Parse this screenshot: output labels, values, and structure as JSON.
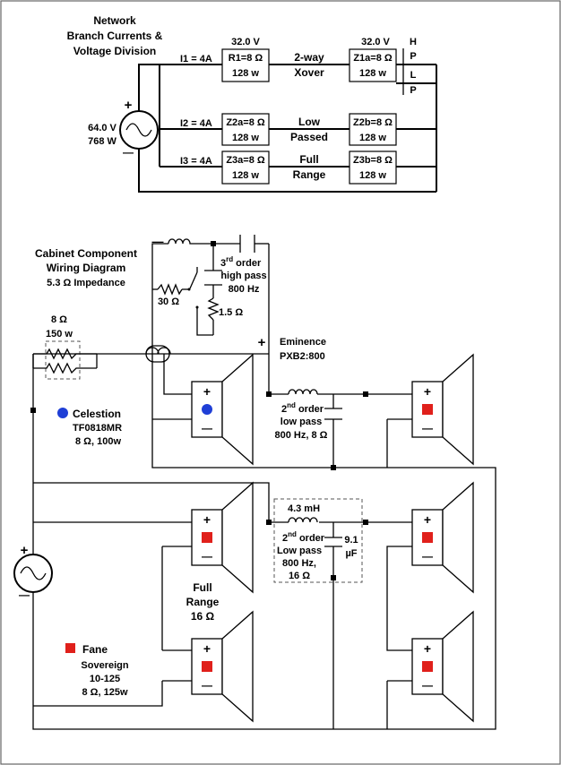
{
  "top": {
    "title": [
      "Network",
      "Branch Currents &",
      "Voltage Division"
    ],
    "source": {
      "voltage": "64.0 V",
      "power": "768 W",
      "plus": "+",
      "minus": "—"
    },
    "branch1": {
      "current": "I1 = 4A",
      "v_left": "32.0 V",
      "v_right": "32.0 V",
      "left_box": [
        "R1=8 Ω",
        "128 w"
      ],
      "mid": [
        "2-way",
        "Xover"
      ],
      "right_box": [
        "Z1a=8 Ω",
        "128 w"
      ]
    },
    "branch2": {
      "current": "I2 = 4A",
      "left_box": [
        "Z2a=8 Ω",
        "128 w"
      ],
      "mid": [
        "Low",
        "Passed"
      ],
      "right_box": [
        "Z2b=8 Ω",
        "128 w"
      ]
    },
    "branch3": {
      "current": "I3 = 4A",
      "left_box": [
        "Z3a=8 Ω",
        "128 w"
      ],
      "mid": [
        "Full",
        "Range"
      ],
      "right_box": [
        "Z3b=8 Ω",
        "128 w"
      ]
    },
    "hplp": [
      "H",
      "P",
      "L",
      "P"
    ]
  },
  "cabinet": {
    "title": [
      "Cabinet Component",
      "Wiring Diagram",
      "5.3 Ω Impedance"
    ],
    "resistor": [
      "8 Ω",
      "150 w"
    ],
    "highpass": {
      "order_num": "3",
      "order_sup": "rd",
      "order_word": " order",
      "line2": "high pass",
      "line3": "800 Hz"
    },
    "r30": "30 Ω",
    "r15": "1.5 Ω",
    "eminence": [
      "Eminence",
      "PXB2:800"
    ],
    "celestion": [
      "Celestion",
      "TF0818MR",
      "8 Ω, 100w"
    ],
    "lowpass8": {
      "order_num": "2",
      "order_sup": "nd",
      "order_word": " order",
      "line2": "low pass",
      "line3": "800 Hz, 8 Ω"
    },
    "lowpass16": {
      "inductor": "4.3 mH",
      "cap": [
        "9.1",
        "µF"
      ],
      "order_num": "2",
      "order_sup": "nd",
      "order_word": " order",
      "line2": "Low pass",
      "line3": "800 Hz,",
      "line4": "16 Ω"
    },
    "full_range": [
      "Full",
      "Range",
      "16 Ω"
    ],
    "fane": [
      "Fane",
      "Sovereign",
      "10-125",
      "8 Ω, 125w"
    ],
    "plus": "+",
    "minus": "—"
  },
  "colors": {
    "tweeter_dot": "#1f3fd6",
    "woofer_square": "#e0201b"
  }
}
